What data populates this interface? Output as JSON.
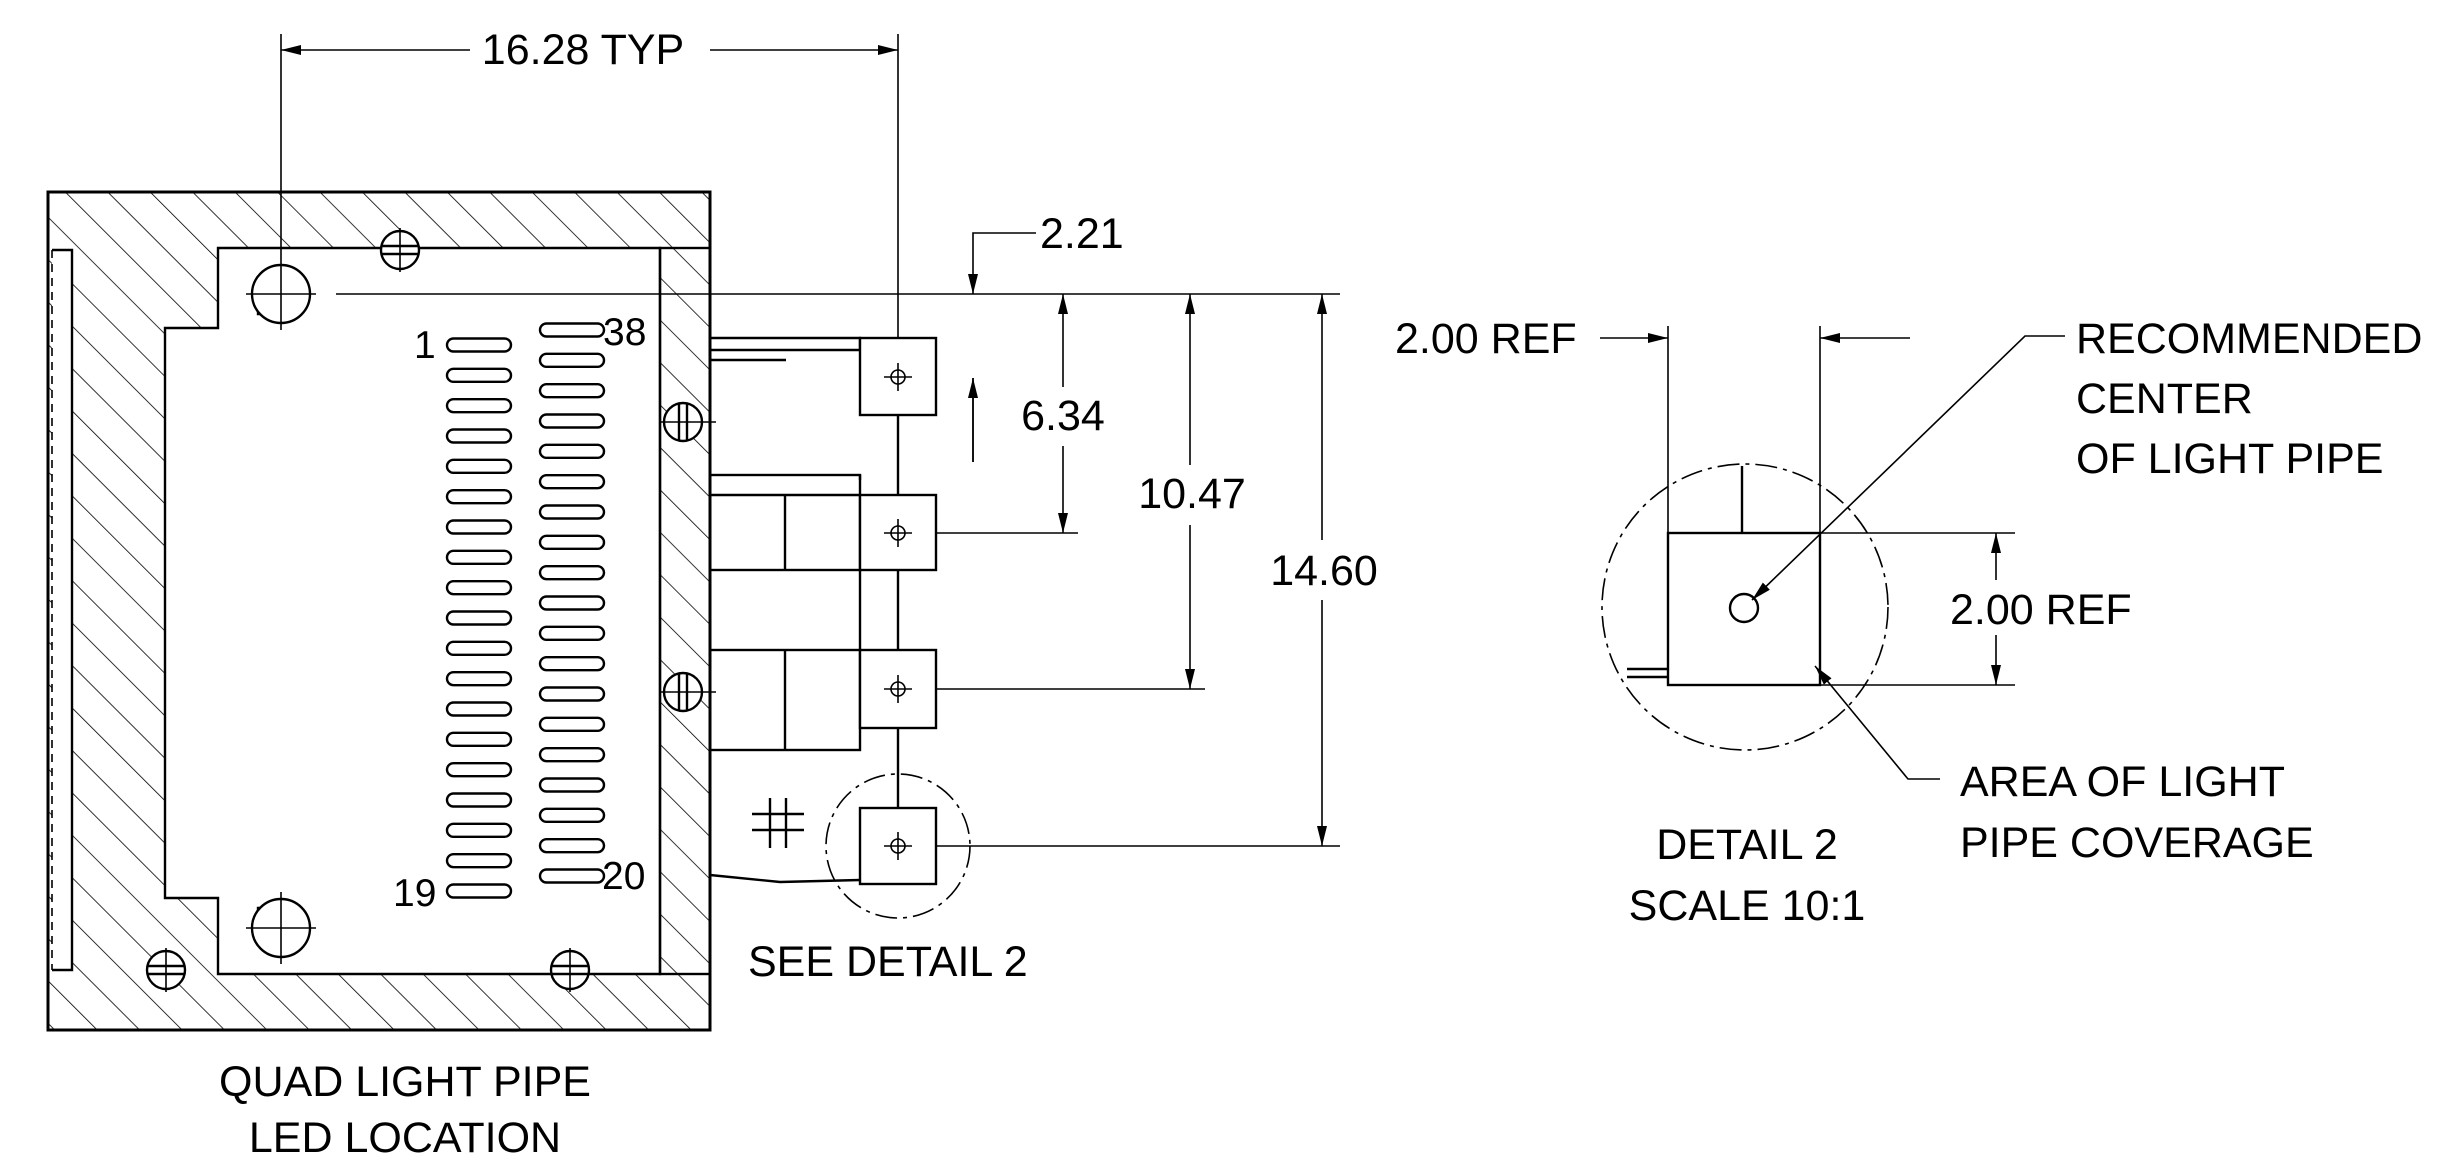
{
  "dimensions": {
    "typ": "16.28 TYP",
    "d221": "2.21",
    "d634": "6.34",
    "d1047": "10.47",
    "d1460": "14.60",
    "ref_width": "2.00 REF",
    "ref_height": "2.00 REF"
  },
  "pins": {
    "p1": "1",
    "p38": "38",
    "p19": "19",
    "p20": "20"
  },
  "callouts": {
    "see_detail": "SEE DETAIL 2",
    "main_title": [
      "QUAD LIGHT PIPE",
      "LED LOCATION"
    ],
    "detail_title": [
      "DETAIL 2",
      "SCALE 10:1"
    ],
    "recommended": [
      "RECOMMENDED",
      "CENTER",
      "OF LIGHT PIPE"
    ],
    "coverage": [
      "AREA OF LIGHT",
      "PIPE COVERAGE"
    ]
  }
}
